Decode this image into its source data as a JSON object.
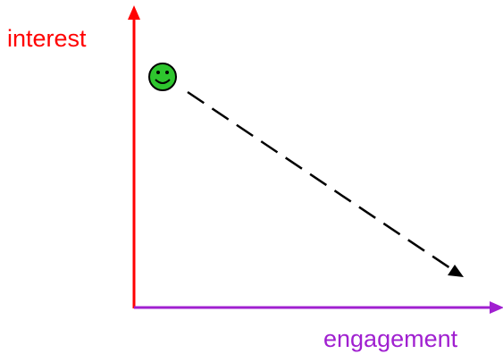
{
  "diagram": {
    "y_axis": {
      "label": "interest",
      "color": "#ff0000"
    },
    "x_axis": {
      "label": "engagement",
      "color": "#a020d0"
    },
    "face": {
      "icon": "smiley-face-icon",
      "fill": "#2ec52e"
    },
    "trend": {
      "style": "dashed",
      "direction": "down-right",
      "color": "#000000"
    }
  }
}
